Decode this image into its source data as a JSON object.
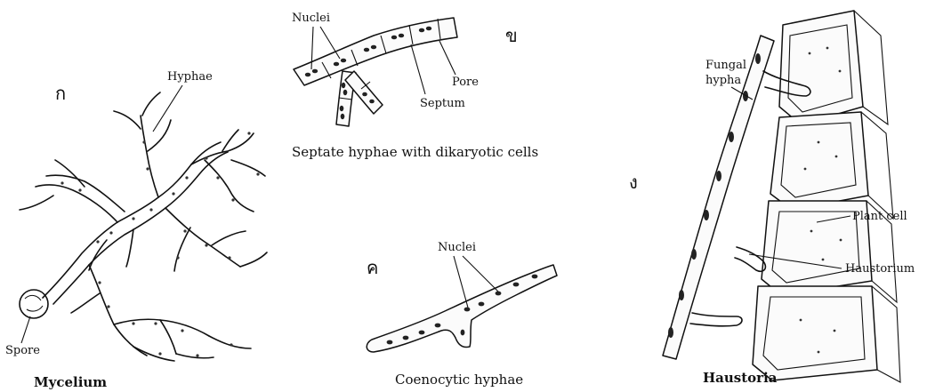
{
  "panels": {
    "mycelium": {
      "marker": "ก",
      "caption": "Mycelium",
      "labels": {
        "hyphae": "Hyphae",
        "spore": "Spore"
      }
    },
    "septate": {
      "marker": "ข",
      "caption": "Septate hyphae with dikaryotic cells",
      "labels": {
        "nuclei": "Nuclei",
        "pore": "Pore",
        "septum": "Septum"
      }
    },
    "coenocytic": {
      "marker": "ค",
      "caption": "Coenocytic hyphae",
      "labels": {
        "nuclei": "Nuclei"
      }
    },
    "haustoria": {
      "marker": "ง",
      "caption": "Haustoria",
      "labels": {
        "fungal_hypha_line1": "Fungal",
        "fungal_hypha_line2": "hypha",
        "plant_cell": "Plant cell",
        "haustorium": "Haustorium"
      }
    }
  }
}
